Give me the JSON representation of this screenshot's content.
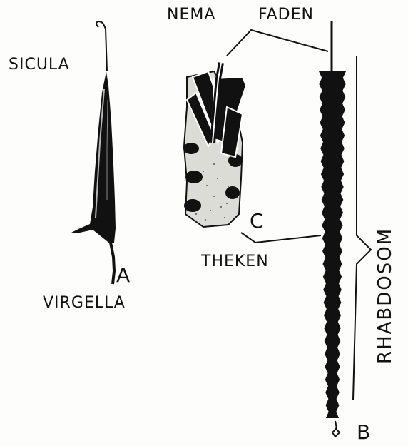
{
  "labels": {
    "nema": "NEMA",
    "faden": "FADEN",
    "sicula": "SICULA",
    "virgella": "VIRGELLA",
    "theken": "THEKEN",
    "rhabdosom": "RHABDOSOM",
    "a": "A",
    "b": "B",
    "c": "C"
  },
  "colors": {
    "ink": "#111111",
    "paper": "#fdfdfb"
  }
}
